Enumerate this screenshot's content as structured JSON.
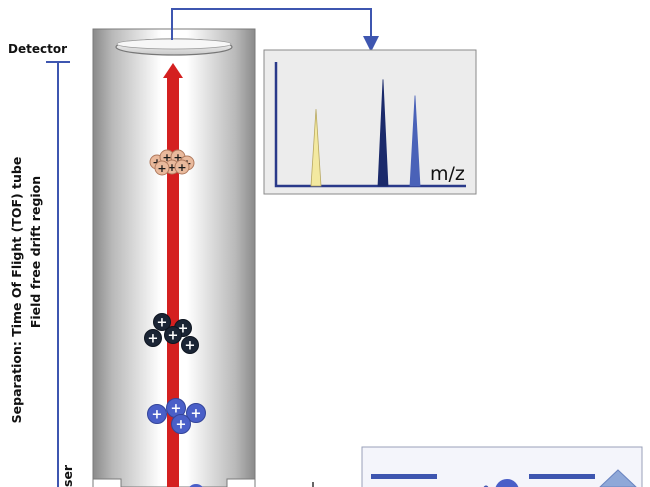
{
  "labels": {
    "detector": "Detector",
    "tof_tube": "Separation: Time Of Flight (TOF) tube",
    "drift_region": "Field free drift region",
    "bottom_cut": "ser",
    "axis_mz": "m/z"
  },
  "ion_symbol": "+",
  "colors": {
    "arrow": "#d42020",
    "connector": "#3e56b0",
    "spectrum_bg": "#ececec",
    "light_ions": "#e9b99c",
    "dark_ions": "#1b2535",
    "blue_ions": "#4a5fc8",
    "peak_yellow": "#f3e9a0",
    "peak_navy": "#1b2a6b",
    "peak_blue": "#4a62b8"
  },
  "spectrum": {
    "peaks": [
      {
        "name": "peak-yellow",
        "color_key": "peak_yellow",
        "relative_height": 0.62
      },
      {
        "name": "peak-navy",
        "color_key": "peak_navy",
        "relative_height": 0.86
      },
      {
        "name": "peak-blue",
        "color_key": "peak_blue",
        "relative_height": 0.73
      }
    ]
  }
}
